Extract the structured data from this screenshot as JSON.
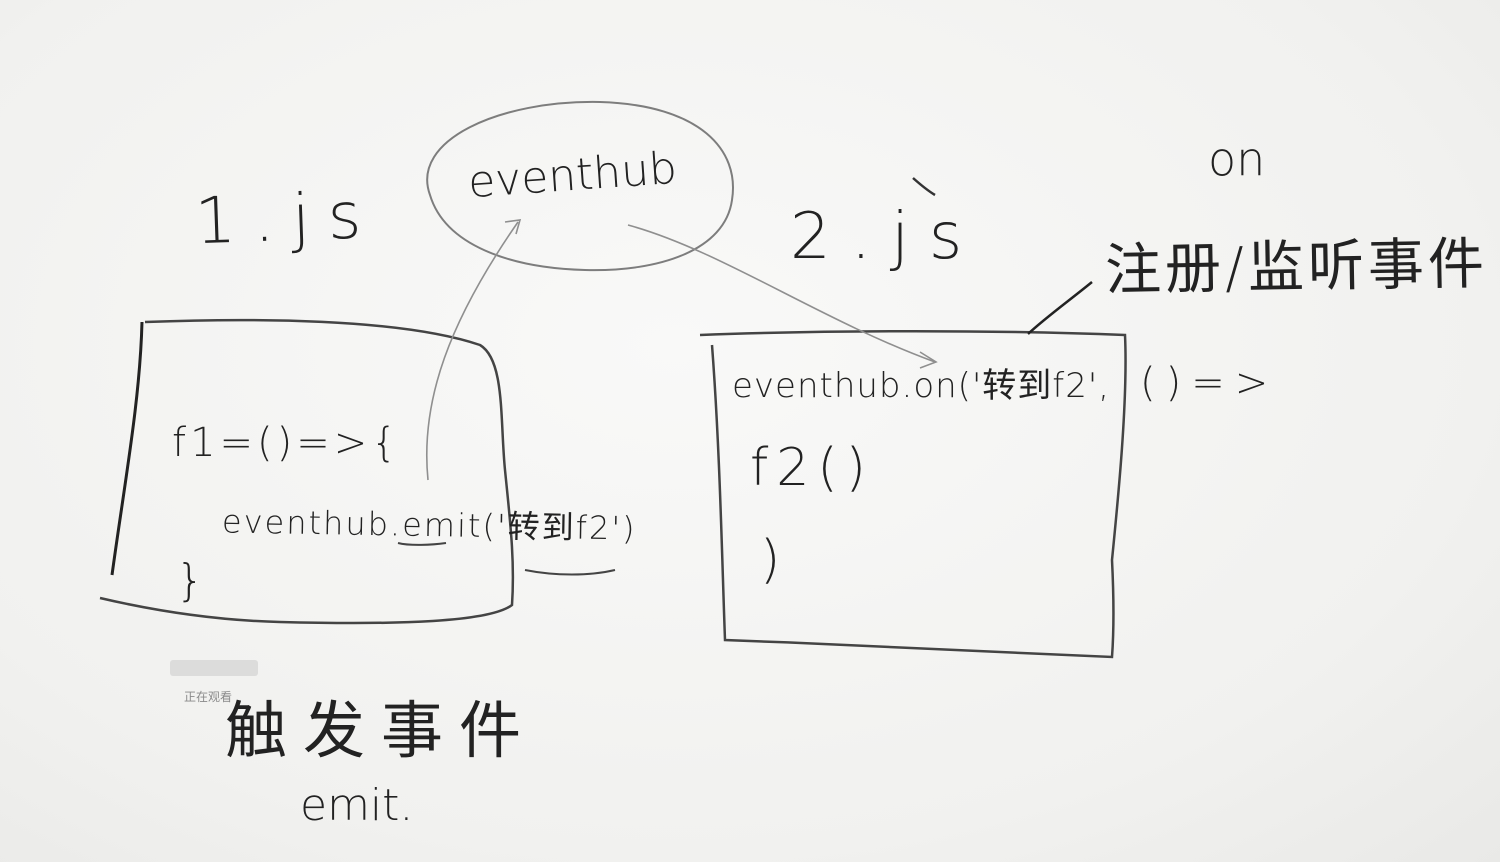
{
  "labels": {
    "file1": "1.js",
    "hub": "eventhub",
    "file2": "2.js",
    "on": "on",
    "register": "注册/监听事件",
    "trigger": "触发事件",
    "emit": "emit."
  },
  "code": {
    "file1_line1": "f1=()=>{",
    "file1_line2": "eventhub.emit('转到f2')",
    "file1_line3": "}",
    "file2_line1": "eventhub.on('转到f2',",
    "file2_line1_tail": "()=>",
    "file2_line2": "f2()",
    "file2_line3": ")"
  },
  "overlay": {
    "watching": "正在观看"
  },
  "colors": {
    "ink": "#222222",
    "arrow": "#8f8f8f",
    "board": "#f3f3f1"
  }
}
